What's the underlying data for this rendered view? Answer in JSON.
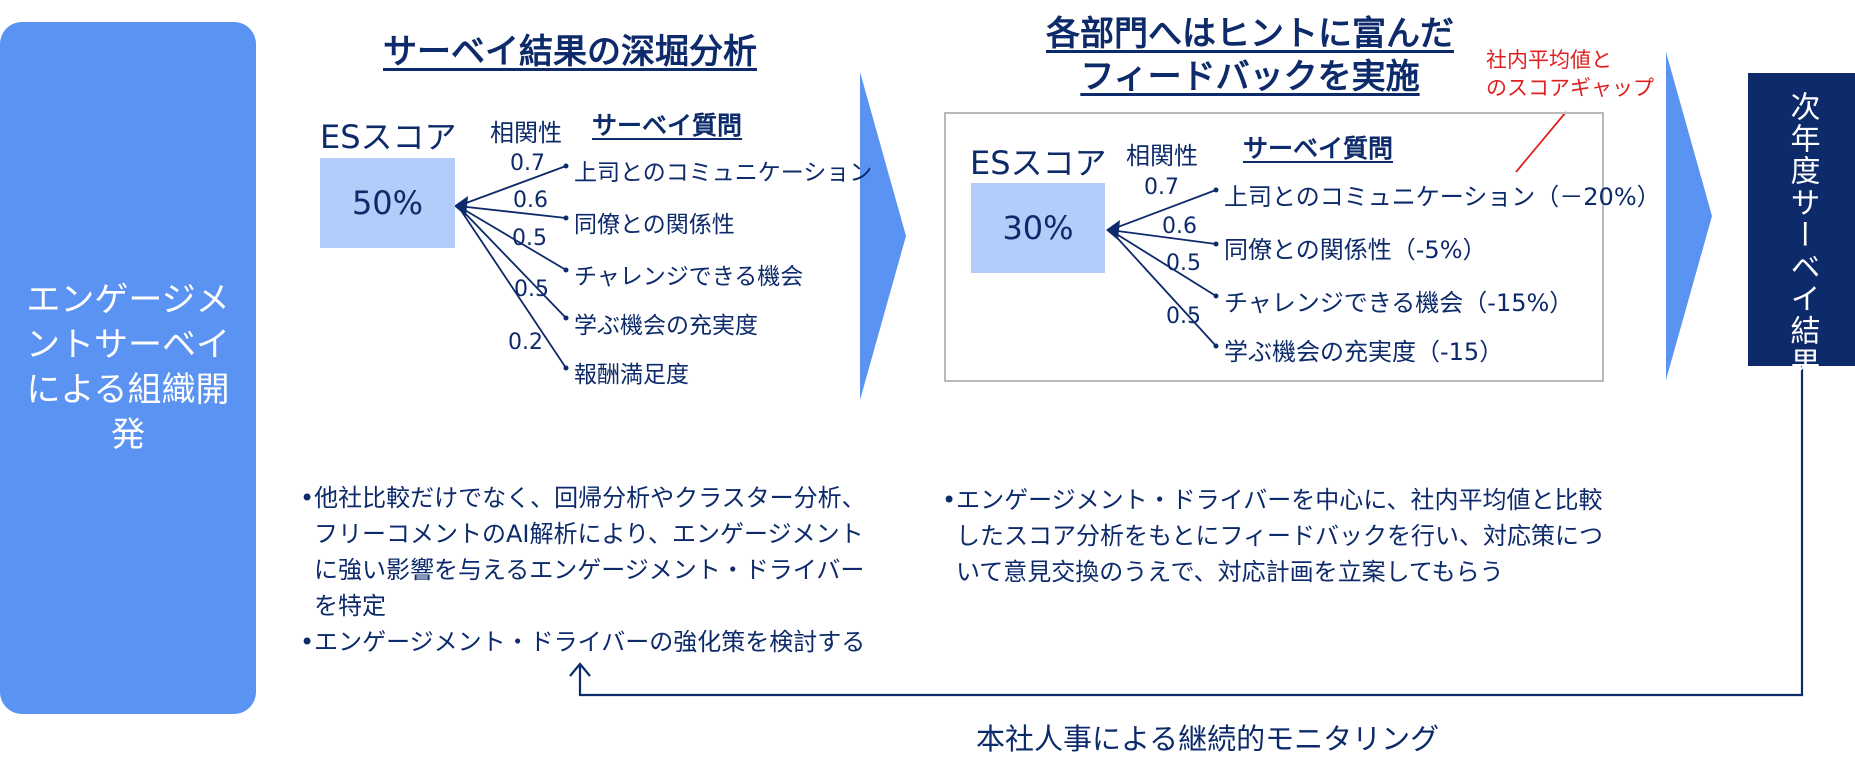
{
  "left_box": "エンゲージメントサーベイによる組織開発",
  "section1": {
    "heading": "サーベイ結果の深堀分析",
    "es_label": "ESスコア",
    "score": "50%",
    "corr_header": "相関性",
    "question_header": "サーベイ質問",
    "items": [
      {
        "corr": "0.7",
        "label": "上司とのコミュニケーション"
      },
      {
        "corr": "0.6",
        "label": "同僚との関係性"
      },
      {
        "corr": "0.5",
        "label": "チャレンジできる機会"
      },
      {
        "corr": "0.5",
        "label": "学ぶ機会の充実度"
      },
      {
        "corr": "0.2",
        "label": "報酬満足度"
      }
    ],
    "bullets": [
      "•他社比較だけでなく、回帰分析やクラスター分析、フリーコメントのAI解析により、エンゲージメントに強い影響を与えるエンゲージメント・ドライバーを特定",
      "•エンゲージメント・ドライバーの強化策を検討する"
    ]
  },
  "section2": {
    "heading_line1": "各部門へはヒントに富んだ",
    "heading_line2": "フィードバックを実施",
    "note_line1": "社内平均値と",
    "note_line2": "のスコアギャップ",
    "es_label": "ESスコア",
    "score": "30%",
    "corr_header": "相関性",
    "question_header": "サーベイ質問",
    "items": [
      {
        "corr": "0.7",
        "label": "上司とのコミュニケーション（－20%）"
      },
      {
        "corr": "0.6",
        "label": "同僚との関係性（-5%）"
      },
      {
        "corr": "0.5",
        "label": "チャレンジできる機会（-15%）"
      },
      {
        "corr": "0.5",
        "label": "学ぶ機会の充実度（-15）"
      }
    ],
    "bullets": [
      "•エンゲージメント・ドライバーを中心に、社内平均値と比較したスコア分析をもとにフィードバックを行い、対応策について意見交換のうえで、対応計画を立案してもらう"
    ]
  },
  "right_box": "次年度サーベイ結果",
  "monitoring": "本社人事による継続的モニタリング",
  "colors": {
    "navy": "#0d2a6b",
    "blue": "#5b93f2",
    "light_blue": "#b4ccf9",
    "red": "#e02020",
    "frame_gray": "#b9b9b9"
  }
}
